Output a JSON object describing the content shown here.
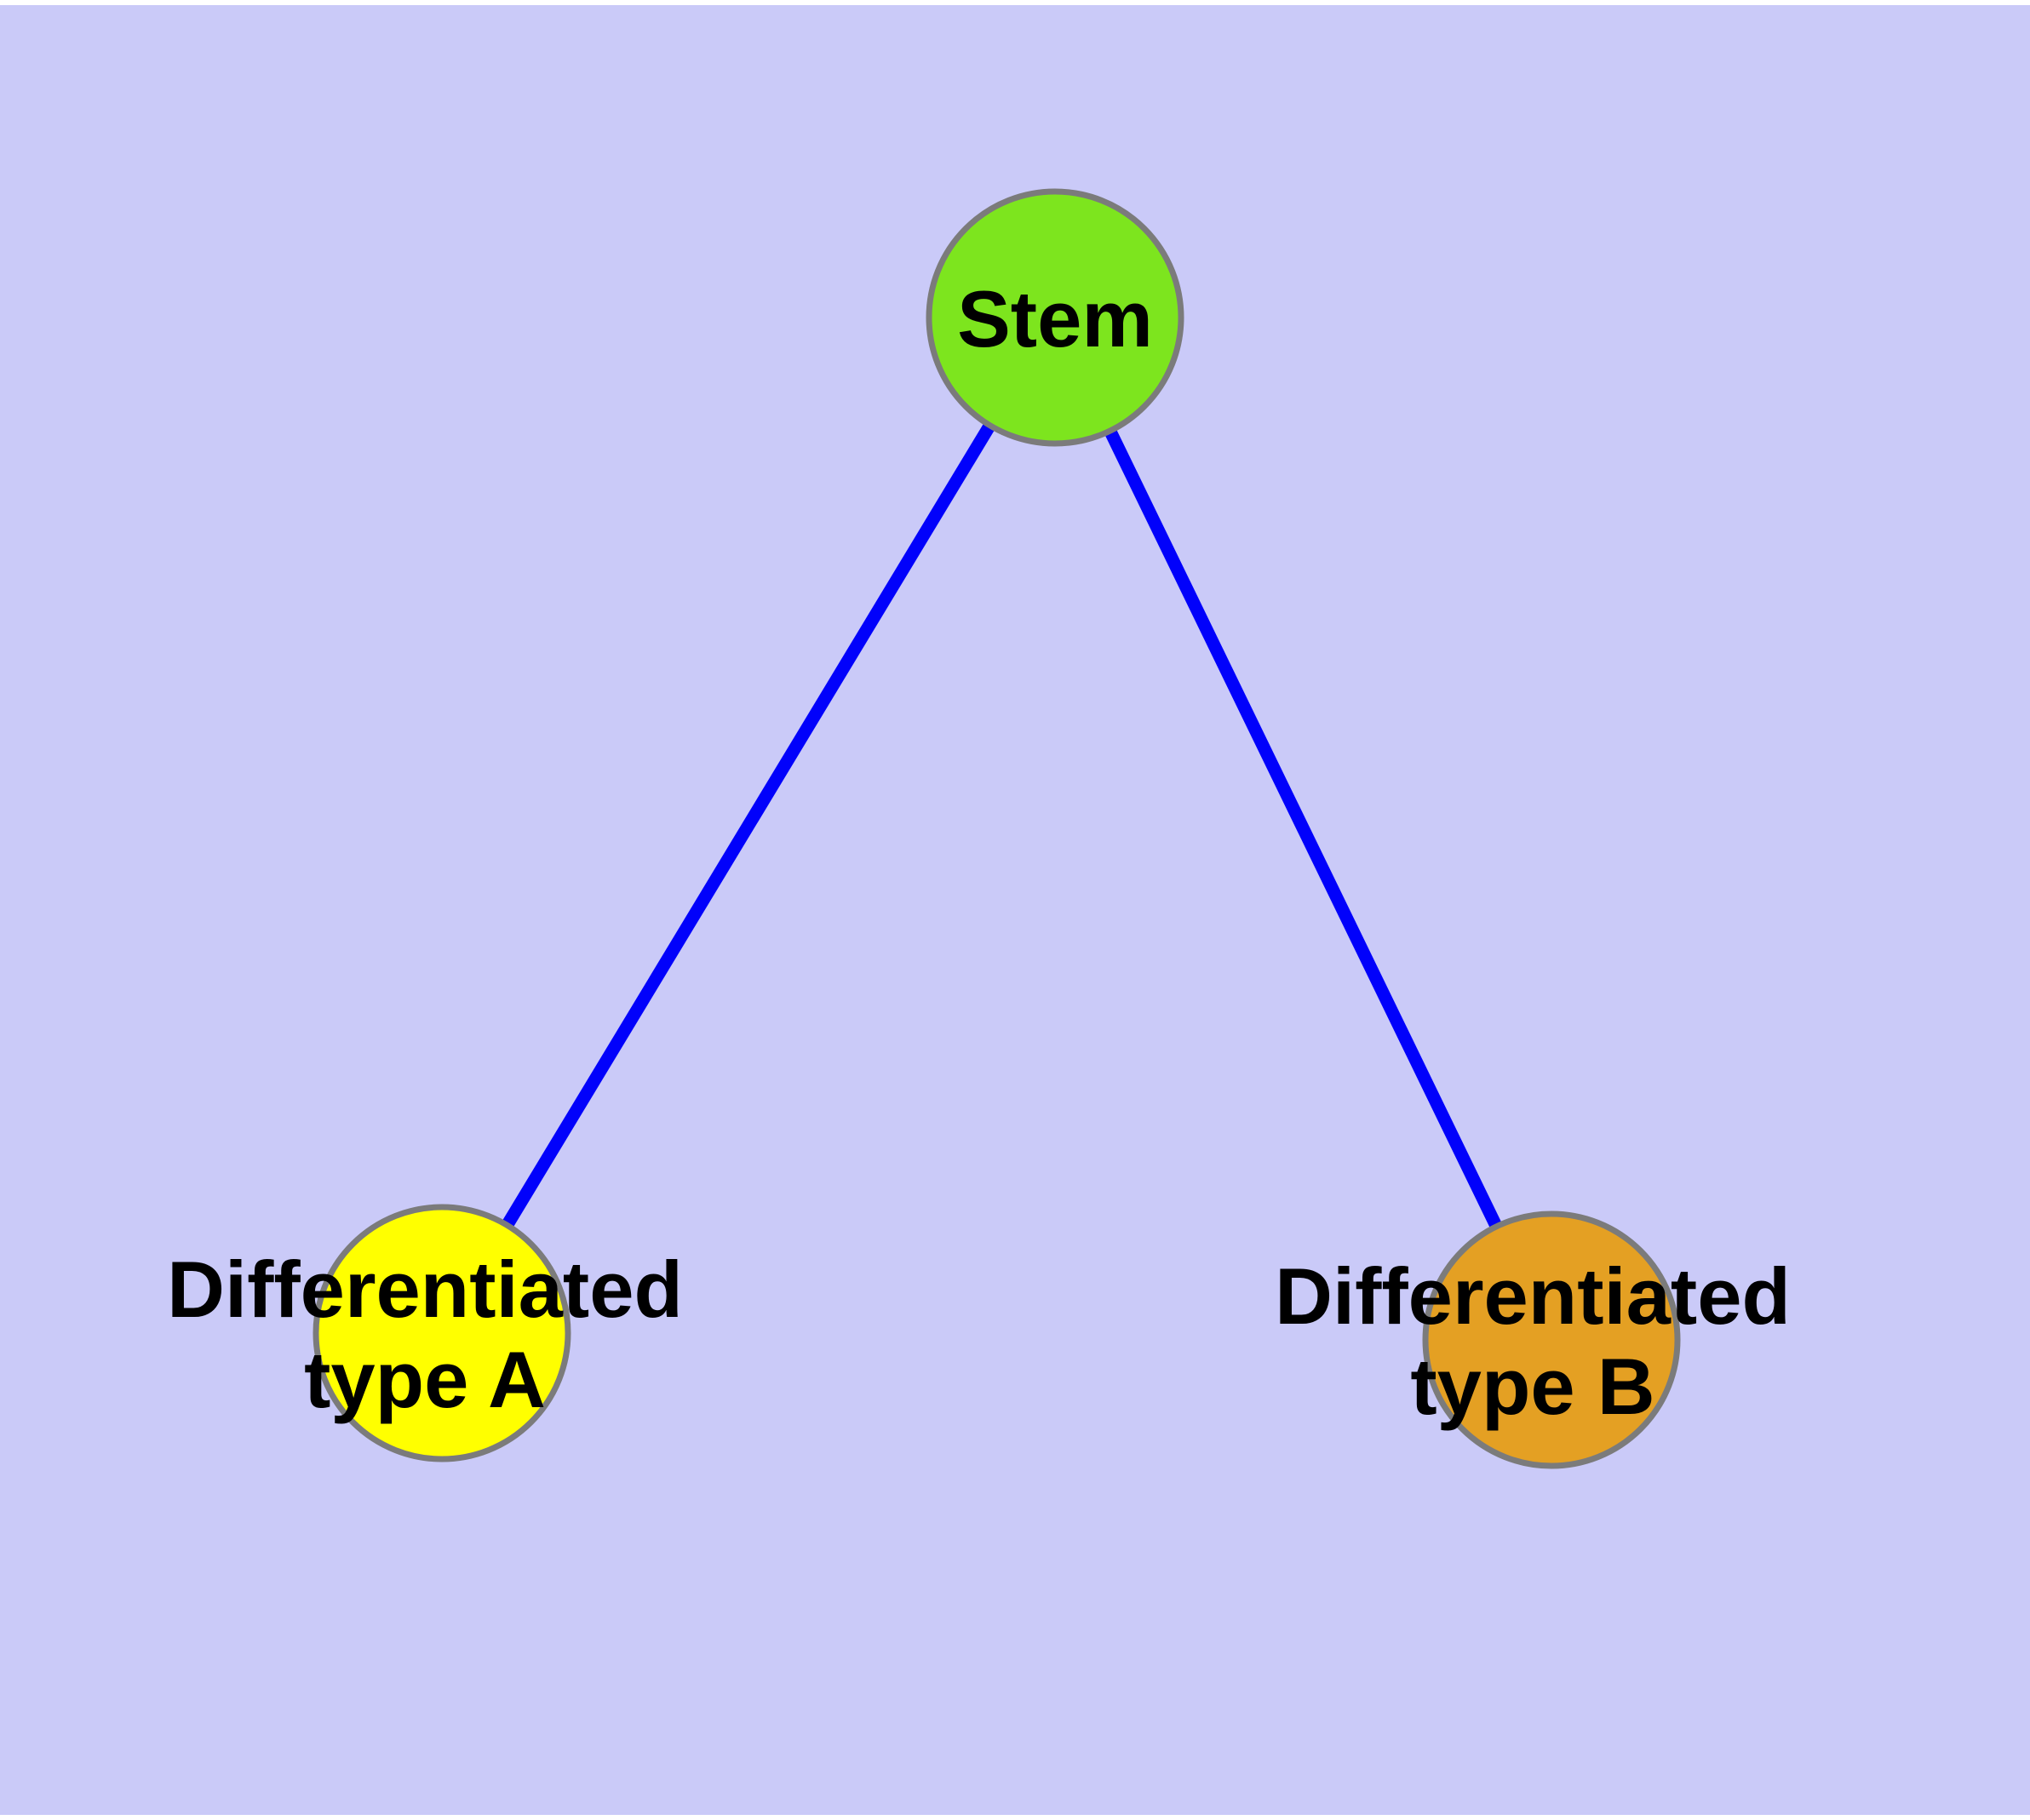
{
  "diagram": {
    "background_color": "#CACAF8",
    "page_margin_color": "#FFFFFF",
    "edge_color": "#0101FB",
    "node_border_color": "#7B7B7B",
    "label_text_color": "#000000",
    "nodes": {
      "stem": {
        "label": "Stem",
        "color": "#7DE51E"
      },
      "type_a": {
        "label_line1": "Differentiated",
        "label_line2": "type A",
        "label_full": "Differentiated type A",
        "color": "#FFFF00"
      },
      "type_b": {
        "label_line1": "Differentiated",
        "label_line2": "type B",
        "label_full": "Differentiated type B",
        "color": "#E4A023"
      }
    },
    "edges": [
      {
        "from": "Stem",
        "to": "Differentiated type A"
      },
      {
        "from": "Stem",
        "to": "Differentiated type B"
      }
    ]
  }
}
